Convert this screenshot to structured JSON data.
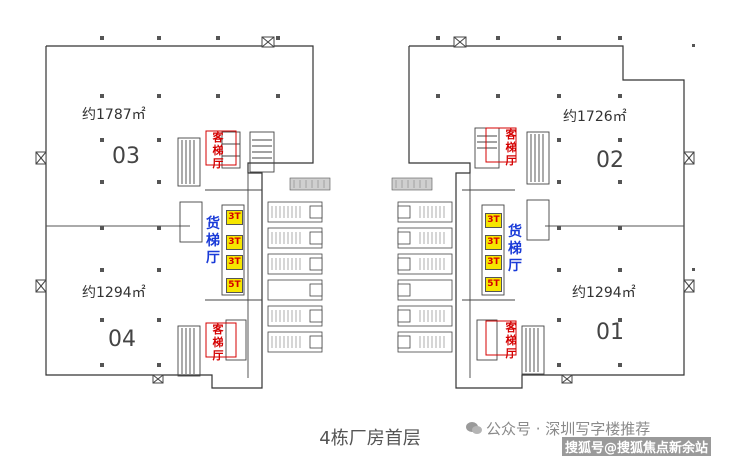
{
  "plan": {
    "units": [
      {
        "id": "03",
        "area": "约1787㎡"
      },
      {
        "id": "02",
        "area": "约1726㎡"
      },
      {
        "id": "04",
        "area": "约1294㎡"
      },
      {
        "id": "01",
        "area": "约1294㎡"
      }
    ],
    "passenger_lobby": "客梯厅",
    "freight_lobby": "货梯厅",
    "capacity_labels": [
      "3T",
      "3T",
      "3T",
      "5T"
    ]
  },
  "caption": "4栋厂房首层",
  "watermark": {
    "account": "公众号 · 深圳写字楼推荐",
    "credit": "搜狐号@搜狐焦点新余站"
  },
  "colors": {
    "lift_red": "#d40000",
    "freight_blue": "#1a3bd8",
    "capacity_yellow": "#f6e600"
  }
}
